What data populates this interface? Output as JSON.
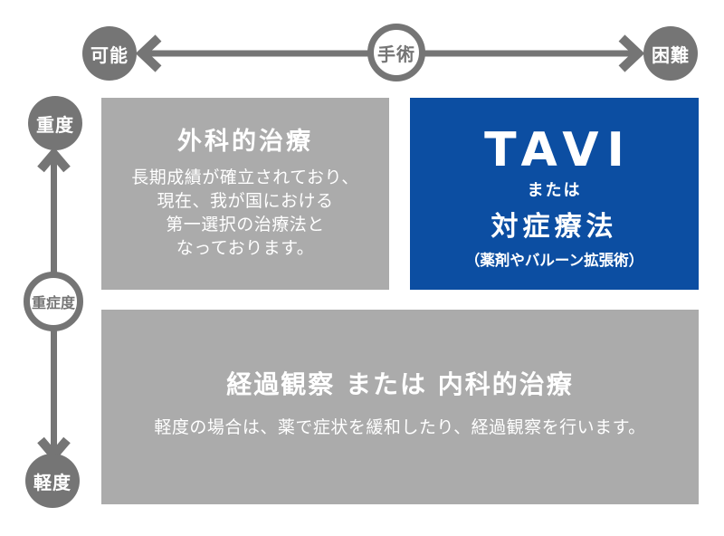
{
  "palette": {
    "box_gray": "#ABABAB",
    "blue": "#0C4EA2",
    "axis_gray": "#757575",
    "text_on_dark": "#FFFFFF"
  },
  "axis_horizontal": {
    "theme": "手術",
    "left": "可能",
    "right": "困難"
  },
  "axis_vertical": {
    "theme": "重症度",
    "top": "重度",
    "bottom": "軽度"
  },
  "box_surgical": {
    "title": "外科的治療",
    "lines": [
      "長期成績が確立されており、",
      "現在、我が国における",
      "第一選択の治療法と",
      "なっております。"
    ]
  },
  "box_tavi": {
    "main": "TAVI",
    "or": "または",
    "secondary": "対症療法",
    "note": "（薬剤やバルーン拡張術）"
  },
  "box_observation": {
    "title": "経過観察 または 内科的治療",
    "description": "軽度の場合は、薬で症状を緩和したり、経過観察を行います。"
  }
}
